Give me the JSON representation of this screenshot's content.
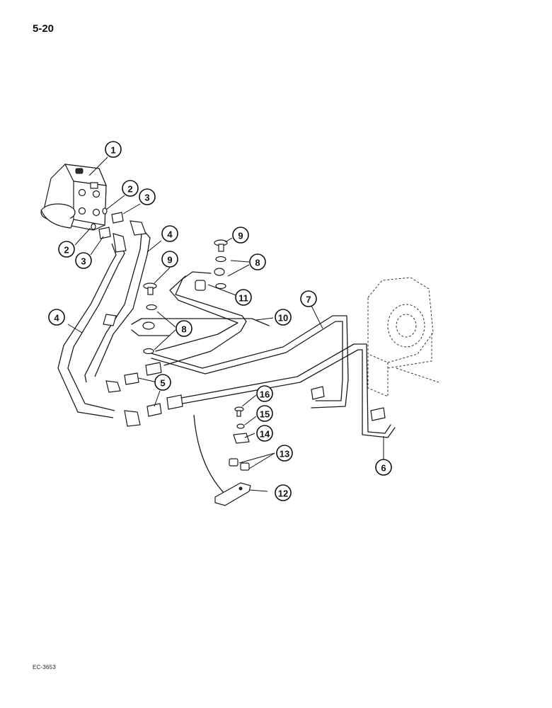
{
  "page_number": "5-20",
  "drawing_code": "EC-3653",
  "callouts": [
    {
      "label": "1"
    },
    {
      "label": "2"
    },
    {
      "label": "3"
    },
    {
      "label": "2"
    },
    {
      "label": "3"
    },
    {
      "label": "4"
    },
    {
      "label": "4"
    },
    {
      "label": "9"
    },
    {
      "label": "8"
    },
    {
      "label": "11"
    },
    {
      "label": "9"
    },
    {
      "label": "8"
    },
    {
      "label": "10"
    },
    {
      "label": "7"
    },
    {
      "label": "5"
    },
    {
      "label": "16"
    },
    {
      "label": "15"
    },
    {
      "label": "14"
    },
    {
      "label": "13"
    },
    {
      "label": "12"
    },
    {
      "label": "6"
    }
  ]
}
